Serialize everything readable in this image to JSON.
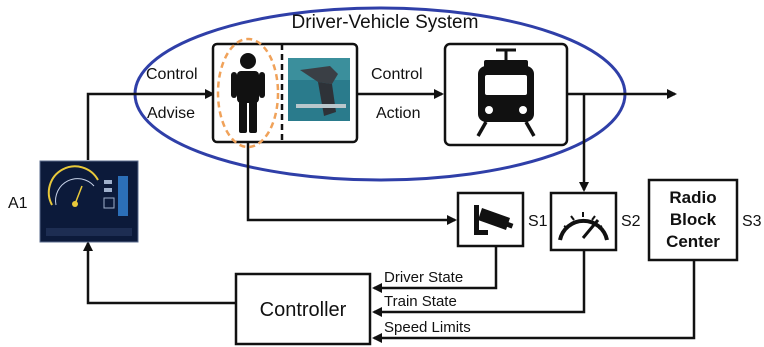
{
  "diagram": {
    "system_title": "Driver-Vehicle System",
    "labels": {
      "control_left": "Control",
      "advise": "Advise",
      "control_right": "Control",
      "action": "Action",
      "a1": "A1",
      "s1": "S1",
      "s2": "S2",
      "s3": "S3",
      "controller": "Controller",
      "driver_state": "Driver State",
      "train_state": "Train State",
      "speed_limits": "Speed Limits",
      "rbc_line1": "Radio",
      "rbc_line2": "Block",
      "rbc_line3": "Center"
    },
    "icons": [
      "driver-person-icon",
      "driver-camera-photo",
      "train-icon",
      "camera-sensor-icon",
      "speedometer-icon",
      "dashboard-display"
    ],
    "colors": {
      "ellipse_stroke": "#2f3fa8",
      "driver_highlight": "#f0a25a",
      "dashboard_bg": "#0c1a3a",
      "photo_bg": "#2a7b8c"
    }
  }
}
